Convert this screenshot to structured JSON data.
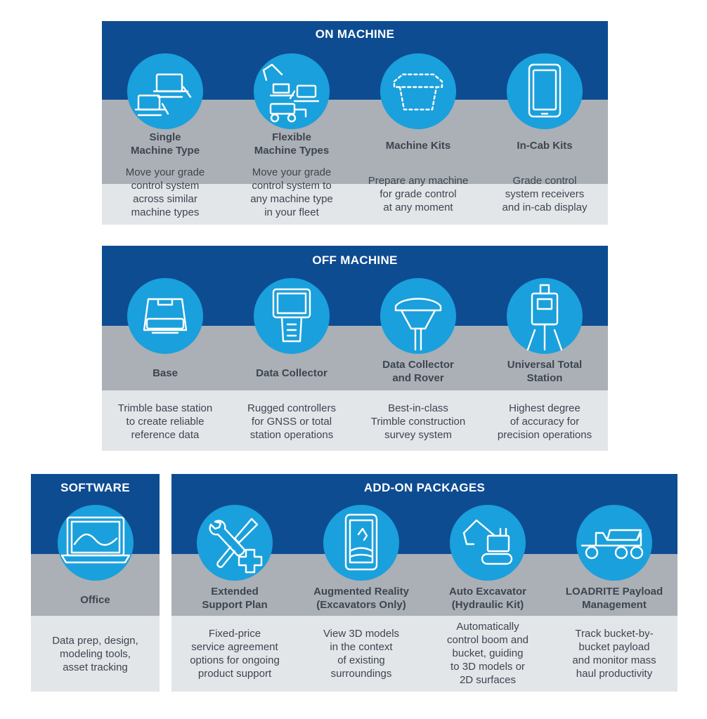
{
  "on_machine": {
    "title": "ON MACHINE",
    "items": [
      {
        "label": [
          "Single",
          "Machine Type"
        ],
        "desc": [
          "Move your grade",
          "control system",
          "across similar",
          "machine types"
        ],
        "icon": "dozers-icon"
      },
      {
        "label": [
          "Flexible",
          "Machine Types"
        ],
        "desc": [
          "Move your grade",
          "control system to",
          "any machine type",
          "in your fleet"
        ],
        "icon": "mixed-fleet-icon"
      },
      {
        "label": [
          "Machine Kits"
        ],
        "desc": [
          "Prepare any machine",
          "for grade control",
          "at any moment"
        ],
        "icon": "machine-kit-icon"
      },
      {
        "label": [
          "In-Cab Kits"
        ],
        "desc": [
          "Grade control",
          "system receivers",
          "and in-cab display"
        ],
        "icon": "tablet-icon"
      }
    ]
  },
  "off_machine": {
    "title": "OFF MACHINE",
    "items": [
      {
        "label": [
          "Base"
        ],
        "desc": [
          "Trimble base station",
          "to create reliable",
          "reference data"
        ],
        "icon": "base-station-icon"
      },
      {
        "label": [
          "Data Collector"
        ],
        "desc": [
          "Rugged controllers",
          "for GNSS or total",
          "station operations"
        ],
        "icon": "data-collector-icon"
      },
      {
        "label": [
          "Data Collector",
          "and Rover"
        ],
        "desc": [
          "Best-in-class",
          "Trimble construction",
          "survey system"
        ],
        "icon": "rover-antenna-icon"
      },
      {
        "label": [
          "Universal Total",
          "Station"
        ],
        "desc": [
          "Highest degree",
          "of accuracy for",
          "precision operations"
        ],
        "icon": "total-station-icon"
      }
    ]
  },
  "software": {
    "title": "SOFTWARE",
    "items": [
      {
        "label": [
          "Office"
        ],
        "desc": [
          "Data prep, design,",
          "modeling tools,",
          "asset tracking"
        ],
        "icon": "laptop-icon"
      }
    ]
  },
  "addons": {
    "title": "ADD-ON PACKAGES",
    "items": [
      {
        "label": [
          "Extended",
          "Support Plan"
        ],
        "desc": [
          "Fixed-price",
          "service agreement",
          "options for ongoing",
          "product support"
        ],
        "icon": "tools-plus-icon"
      },
      {
        "label": [
          "Augmented Reality",
          "(Excavators Only)"
        ],
        "desc": [
          "View 3D models",
          "in the context",
          "of existing",
          "surroundings"
        ],
        "icon": "ar-tablet-icon"
      },
      {
        "label": [
          "Auto Excavator",
          "(Hydraulic Kit)"
        ],
        "desc": [
          "Automatically",
          "control boom and",
          "bucket, guiding",
          "to 3D models or",
          "2D surfaces"
        ],
        "icon": "excavator-icon"
      },
      {
        "label": [
          "LOADRITE Payload",
          "Management"
        ],
        "desc": [
          "Track bucket-by-",
          "bucket payload",
          "and monitor mass",
          "haul productivity"
        ],
        "icon": "haul-truck-icon"
      }
    ]
  }
}
